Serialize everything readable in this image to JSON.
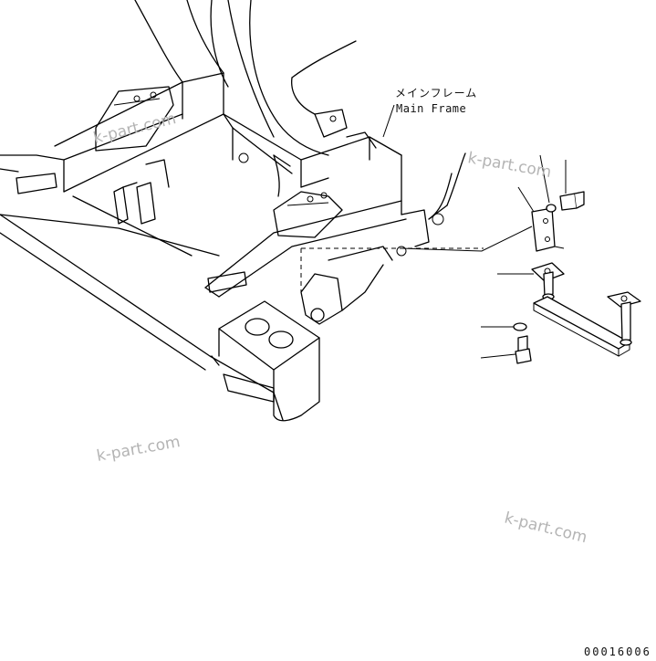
{
  "callout": {
    "main_frame_jp": "メインフレーム",
    "main_frame_en": "Main Frame"
  },
  "watermarks": [
    "k-part.com",
    "k-part.com",
    "k-part.com",
    "k-part.com"
  ],
  "doc_number": "00016006"
}
